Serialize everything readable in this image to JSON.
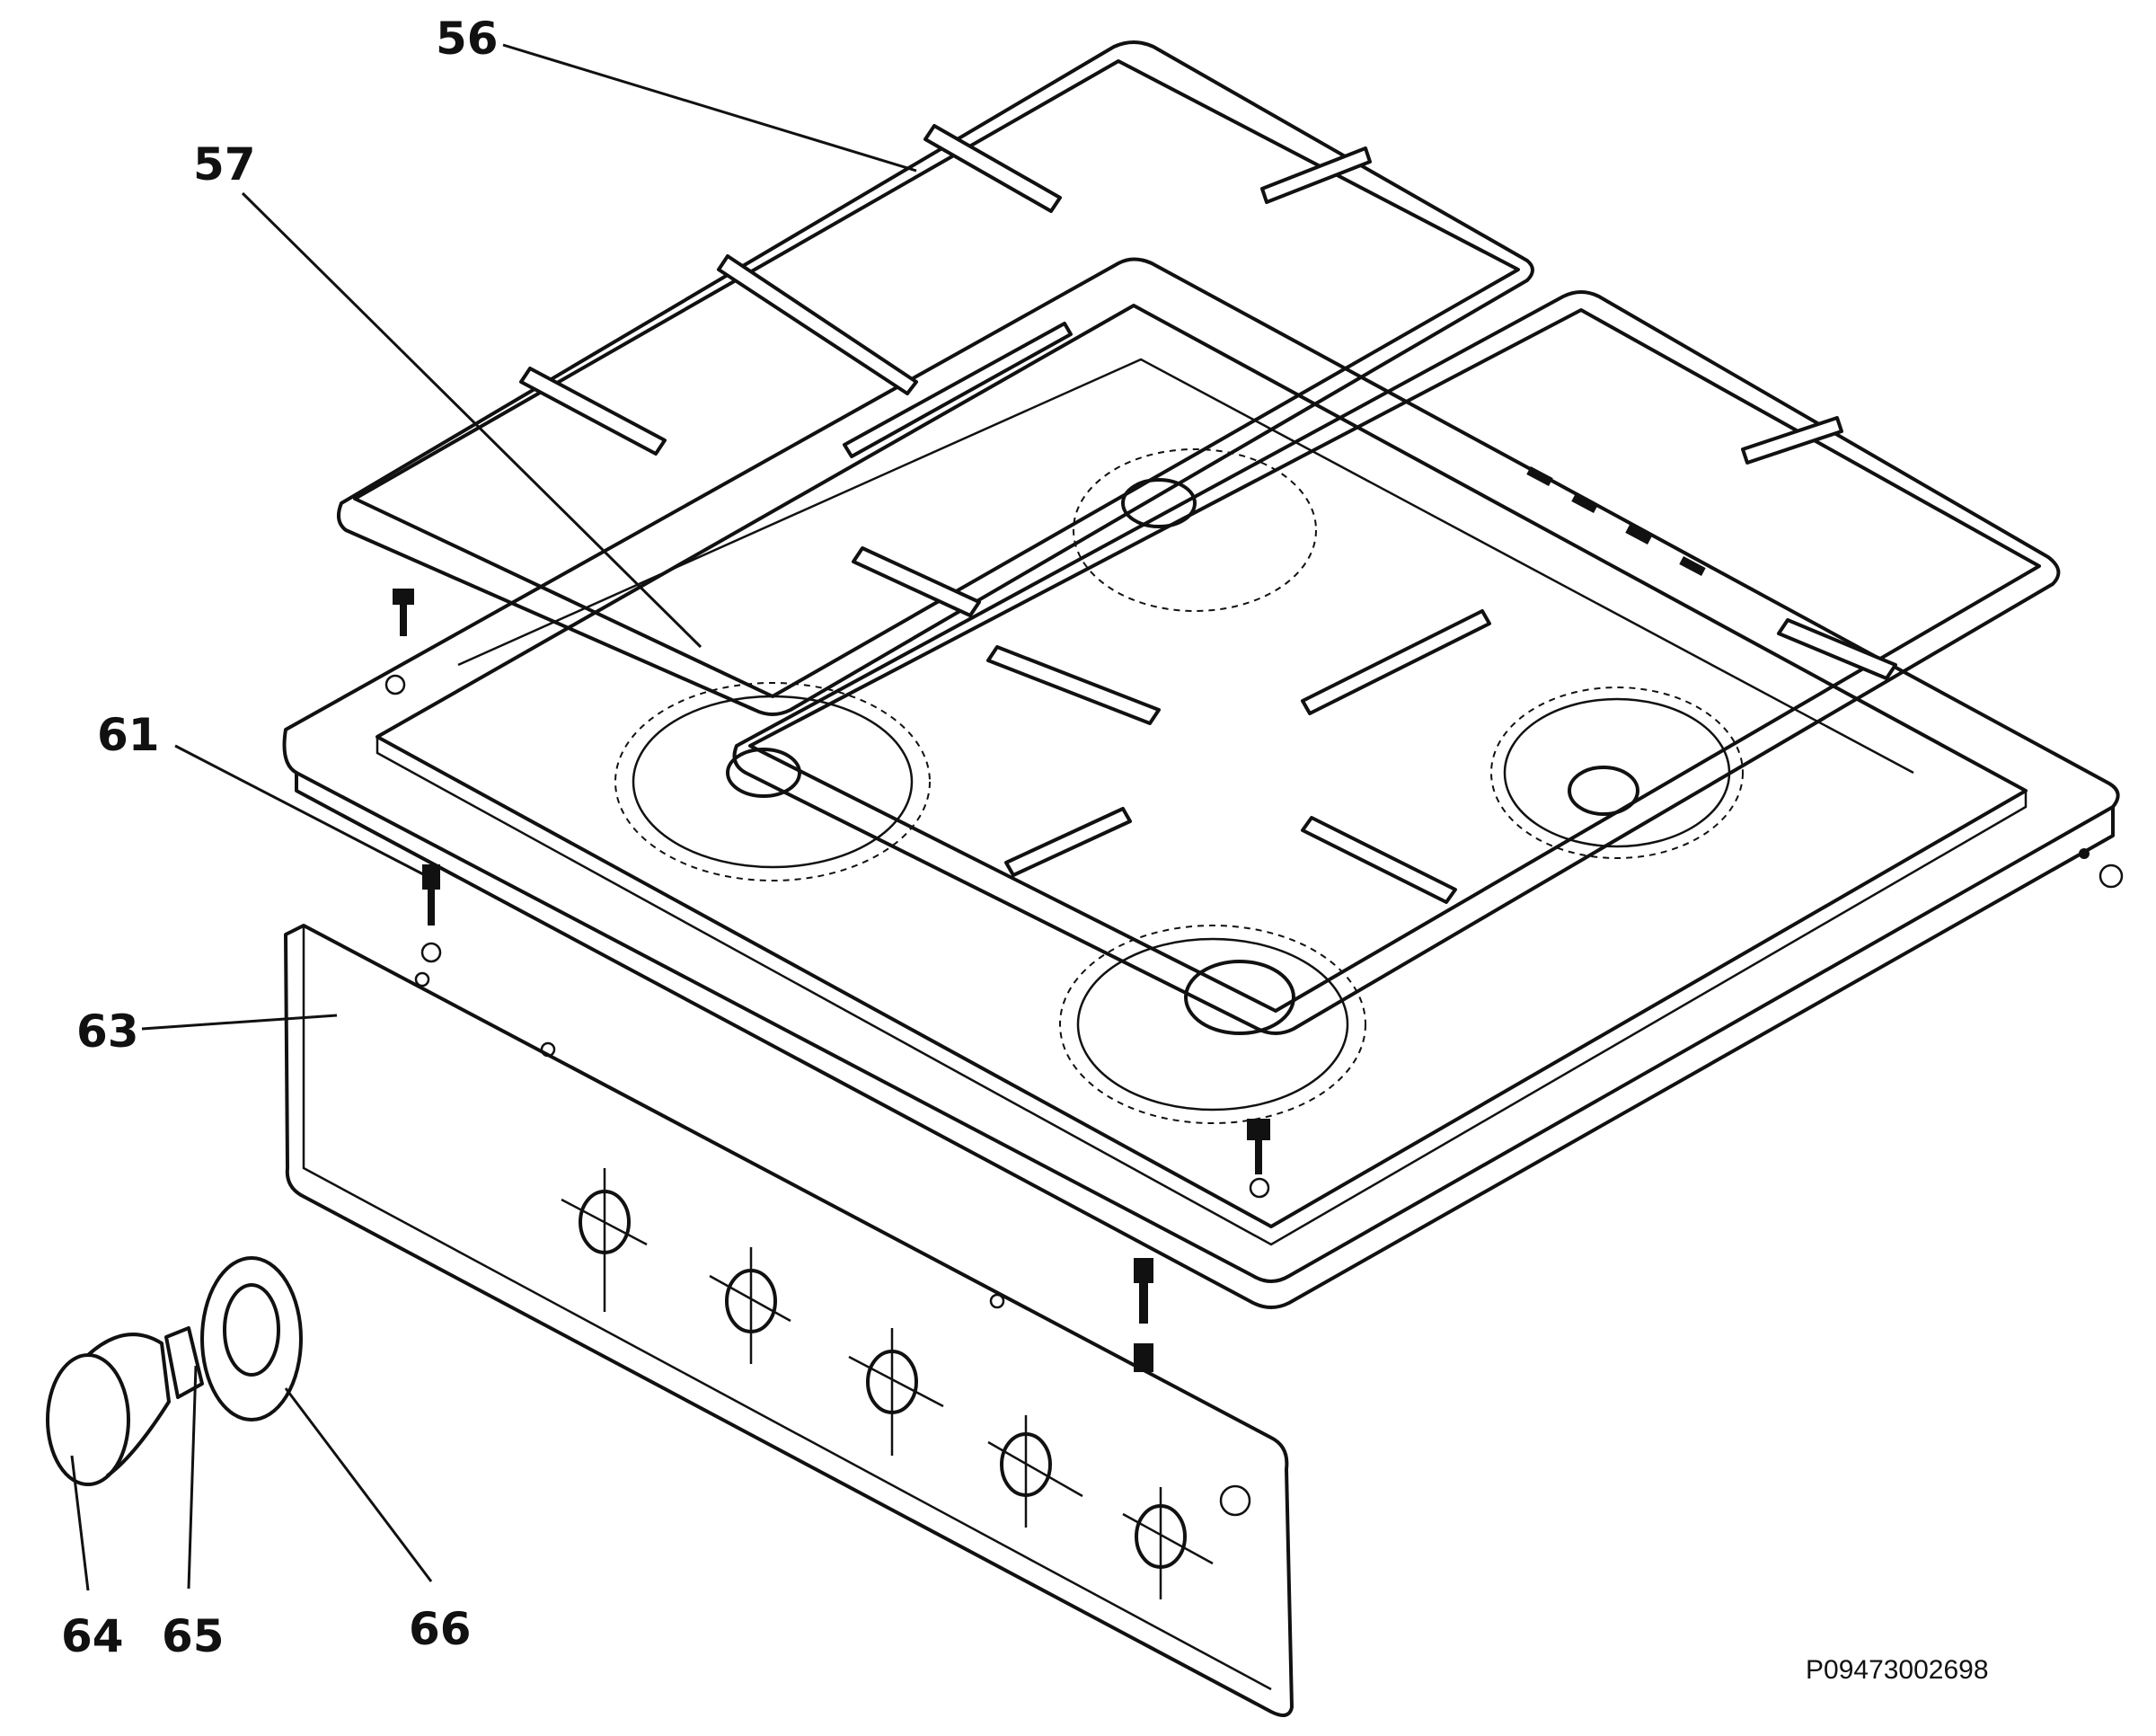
{
  "diagram": {
    "callouts": {
      "c56": "56",
      "c57": "57",
      "c61": "61",
      "c63": "63",
      "c64": "64",
      "c65": "65",
      "c66": "66"
    },
    "drawing_code": "P09473002698",
    "line_color": "#111111",
    "background_color": "#ffffff"
  }
}
